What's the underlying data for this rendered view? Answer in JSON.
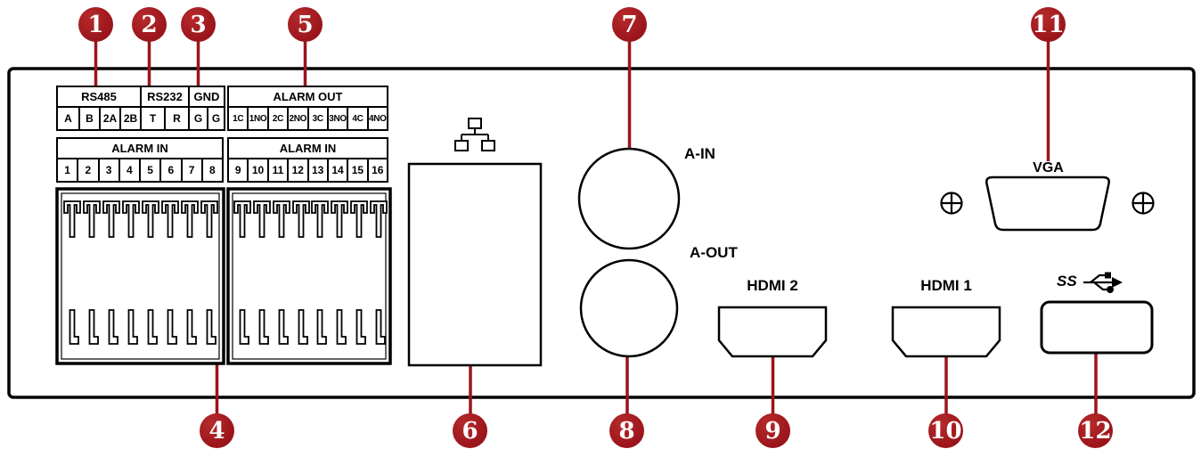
{
  "colors": {
    "callout": "#9a151b",
    "ink": "#000000"
  },
  "callouts": {
    "c1": "1",
    "c2": "2",
    "c3": "3",
    "c4": "4",
    "c5": "5",
    "c6": "6",
    "c7": "7",
    "c8": "8",
    "c9": "9",
    "c10": "10",
    "c11": "11",
    "c12": "12"
  },
  "io": {
    "rs485": {
      "title": "RS485",
      "pins": [
        "A",
        "B",
        "2A",
        "2B"
      ]
    },
    "rs232": {
      "title": "RS232",
      "pins": [
        "T",
        "R"
      ]
    },
    "gnd": {
      "title": "GND",
      "pins": [
        "G",
        "G"
      ]
    },
    "alarm_out": {
      "title": "ALARM OUT",
      "pins": [
        "1C",
        "1NO",
        "2C",
        "2NO",
        "3C",
        "3NO",
        "4C",
        "4NO"
      ]
    },
    "alarm_in_a": {
      "title": "ALARM IN",
      "pins": [
        "1",
        "2",
        "3",
        "4",
        "5",
        "6",
        "7",
        "8"
      ]
    },
    "alarm_in_b": {
      "title": "ALARM IN",
      "pins": [
        "9",
        "10",
        "11",
        "12",
        "13",
        "14",
        "15",
        "16"
      ]
    }
  },
  "ports": {
    "audio_in": "A-IN",
    "audio_out": "A-OUT",
    "hdmi_2": "HDMI 2",
    "hdmi_1": "HDMI 1",
    "vga": "VGA",
    "usb_superspeed": "SS"
  }
}
